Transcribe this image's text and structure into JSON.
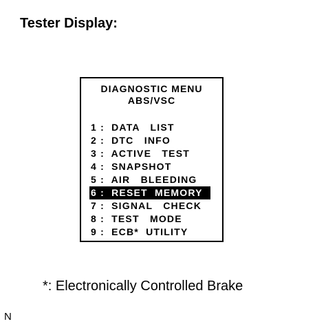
{
  "heading": "Tester Display:",
  "tester": {
    "title_line1": "DIAGNOSTIC MENU",
    "title_line2": "ABS/VSC",
    "menu_items": [
      {
        "label": "1 :  DATA   LIST",
        "selected": false
      },
      {
        "label": "2 :  DTC   INFO",
        "selected": false
      },
      {
        "label": "3 :  ACTIVE   TEST",
        "selected": false
      },
      {
        "label": "4 :  SNAPSHOT",
        "selected": false
      },
      {
        "label": "5 :  AIR   BLEEDING",
        "selected": false
      },
      {
        "label": "6 :  RESET  MEMORY",
        "selected": true
      },
      {
        "label": "7 :  SIGNAL   CHECK",
        "selected": false
      },
      {
        "label": "8 :  TEST   MODE",
        "selected": false
      },
      {
        "label": "9 :  ECB*  UTILITY",
        "selected": false
      }
    ]
  },
  "footnote": "*: Electronically Controlled Brake",
  "corner_mark": "N",
  "colors": {
    "text": "#000000",
    "background": "#ffffff",
    "highlight_bg": "#000000",
    "highlight_text": "#ffffff"
  }
}
